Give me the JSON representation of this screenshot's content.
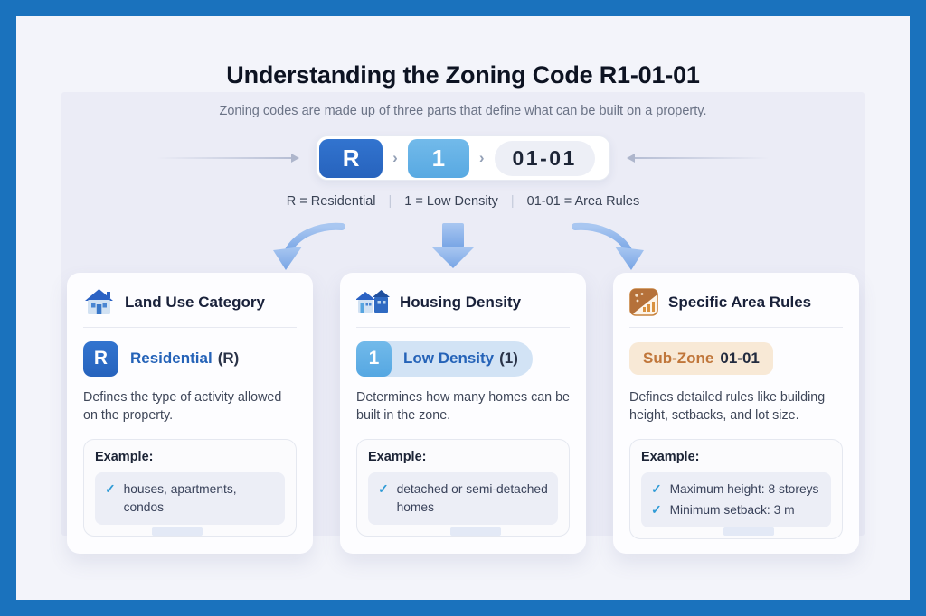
{
  "page": {
    "title": "Understanding the Zoning Code R1-01-01",
    "subtitle": "Zoning codes are made up of three parts that define what can be built on a property."
  },
  "code_breakdown": {
    "part1": "R",
    "part2": "1",
    "part3": "01-01",
    "chevron": "›",
    "legend": [
      "R = Residential",
      "1 = Low Density",
      "01-01 = Area Rules"
    ],
    "legend_separator": "|"
  },
  "cards": [
    {
      "title": "Land Use Category",
      "icon": "house-icon",
      "badge": "R",
      "badge_label": "Residential",
      "badge_suffix": "(R)",
      "description": "Defines the type of activity allowed on the property.",
      "example_label": "Example:",
      "examples": [
        "houses, apartments, condos"
      ]
    },
    {
      "title": "Housing Density",
      "icon": "houses-icon",
      "badge": "1",
      "badge_label": "Low Density",
      "badge_suffix": "(1)",
      "description": "Determines how many homes can be built in the zone.",
      "example_label": "Example:",
      "examples": [
        "detached or semi-detached homes"
      ]
    },
    {
      "title": "Specific Area Rules",
      "icon": "map-chart-icon",
      "badge_label": "Sub-Zone",
      "badge_suffix": "01-01",
      "description": "Defines detailed rules like building height, setbacks, and lot size.",
      "example_label": "Example:",
      "examples": [
        "Maximum height: 8 storeys",
        "Minimum setback: 3 m"
      ]
    }
  ],
  "check_glyph": "✓",
  "colors": {
    "frame_blue": "#1a72bd",
    "primary_blue": "#2b6cc6",
    "light_blue": "#5fb0e6",
    "tan_accent": "#c0763a",
    "check_blue": "#2f9bd6",
    "panel_bg": "#ebecf6"
  }
}
